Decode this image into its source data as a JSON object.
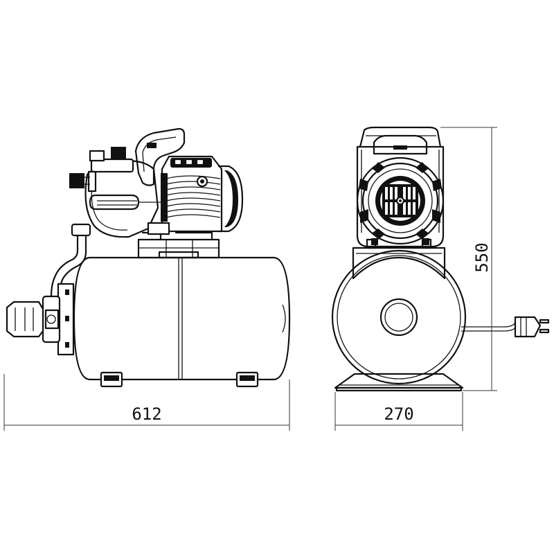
{
  "dimensions": {
    "length": "612",
    "width": "270",
    "height": "550"
  }
}
